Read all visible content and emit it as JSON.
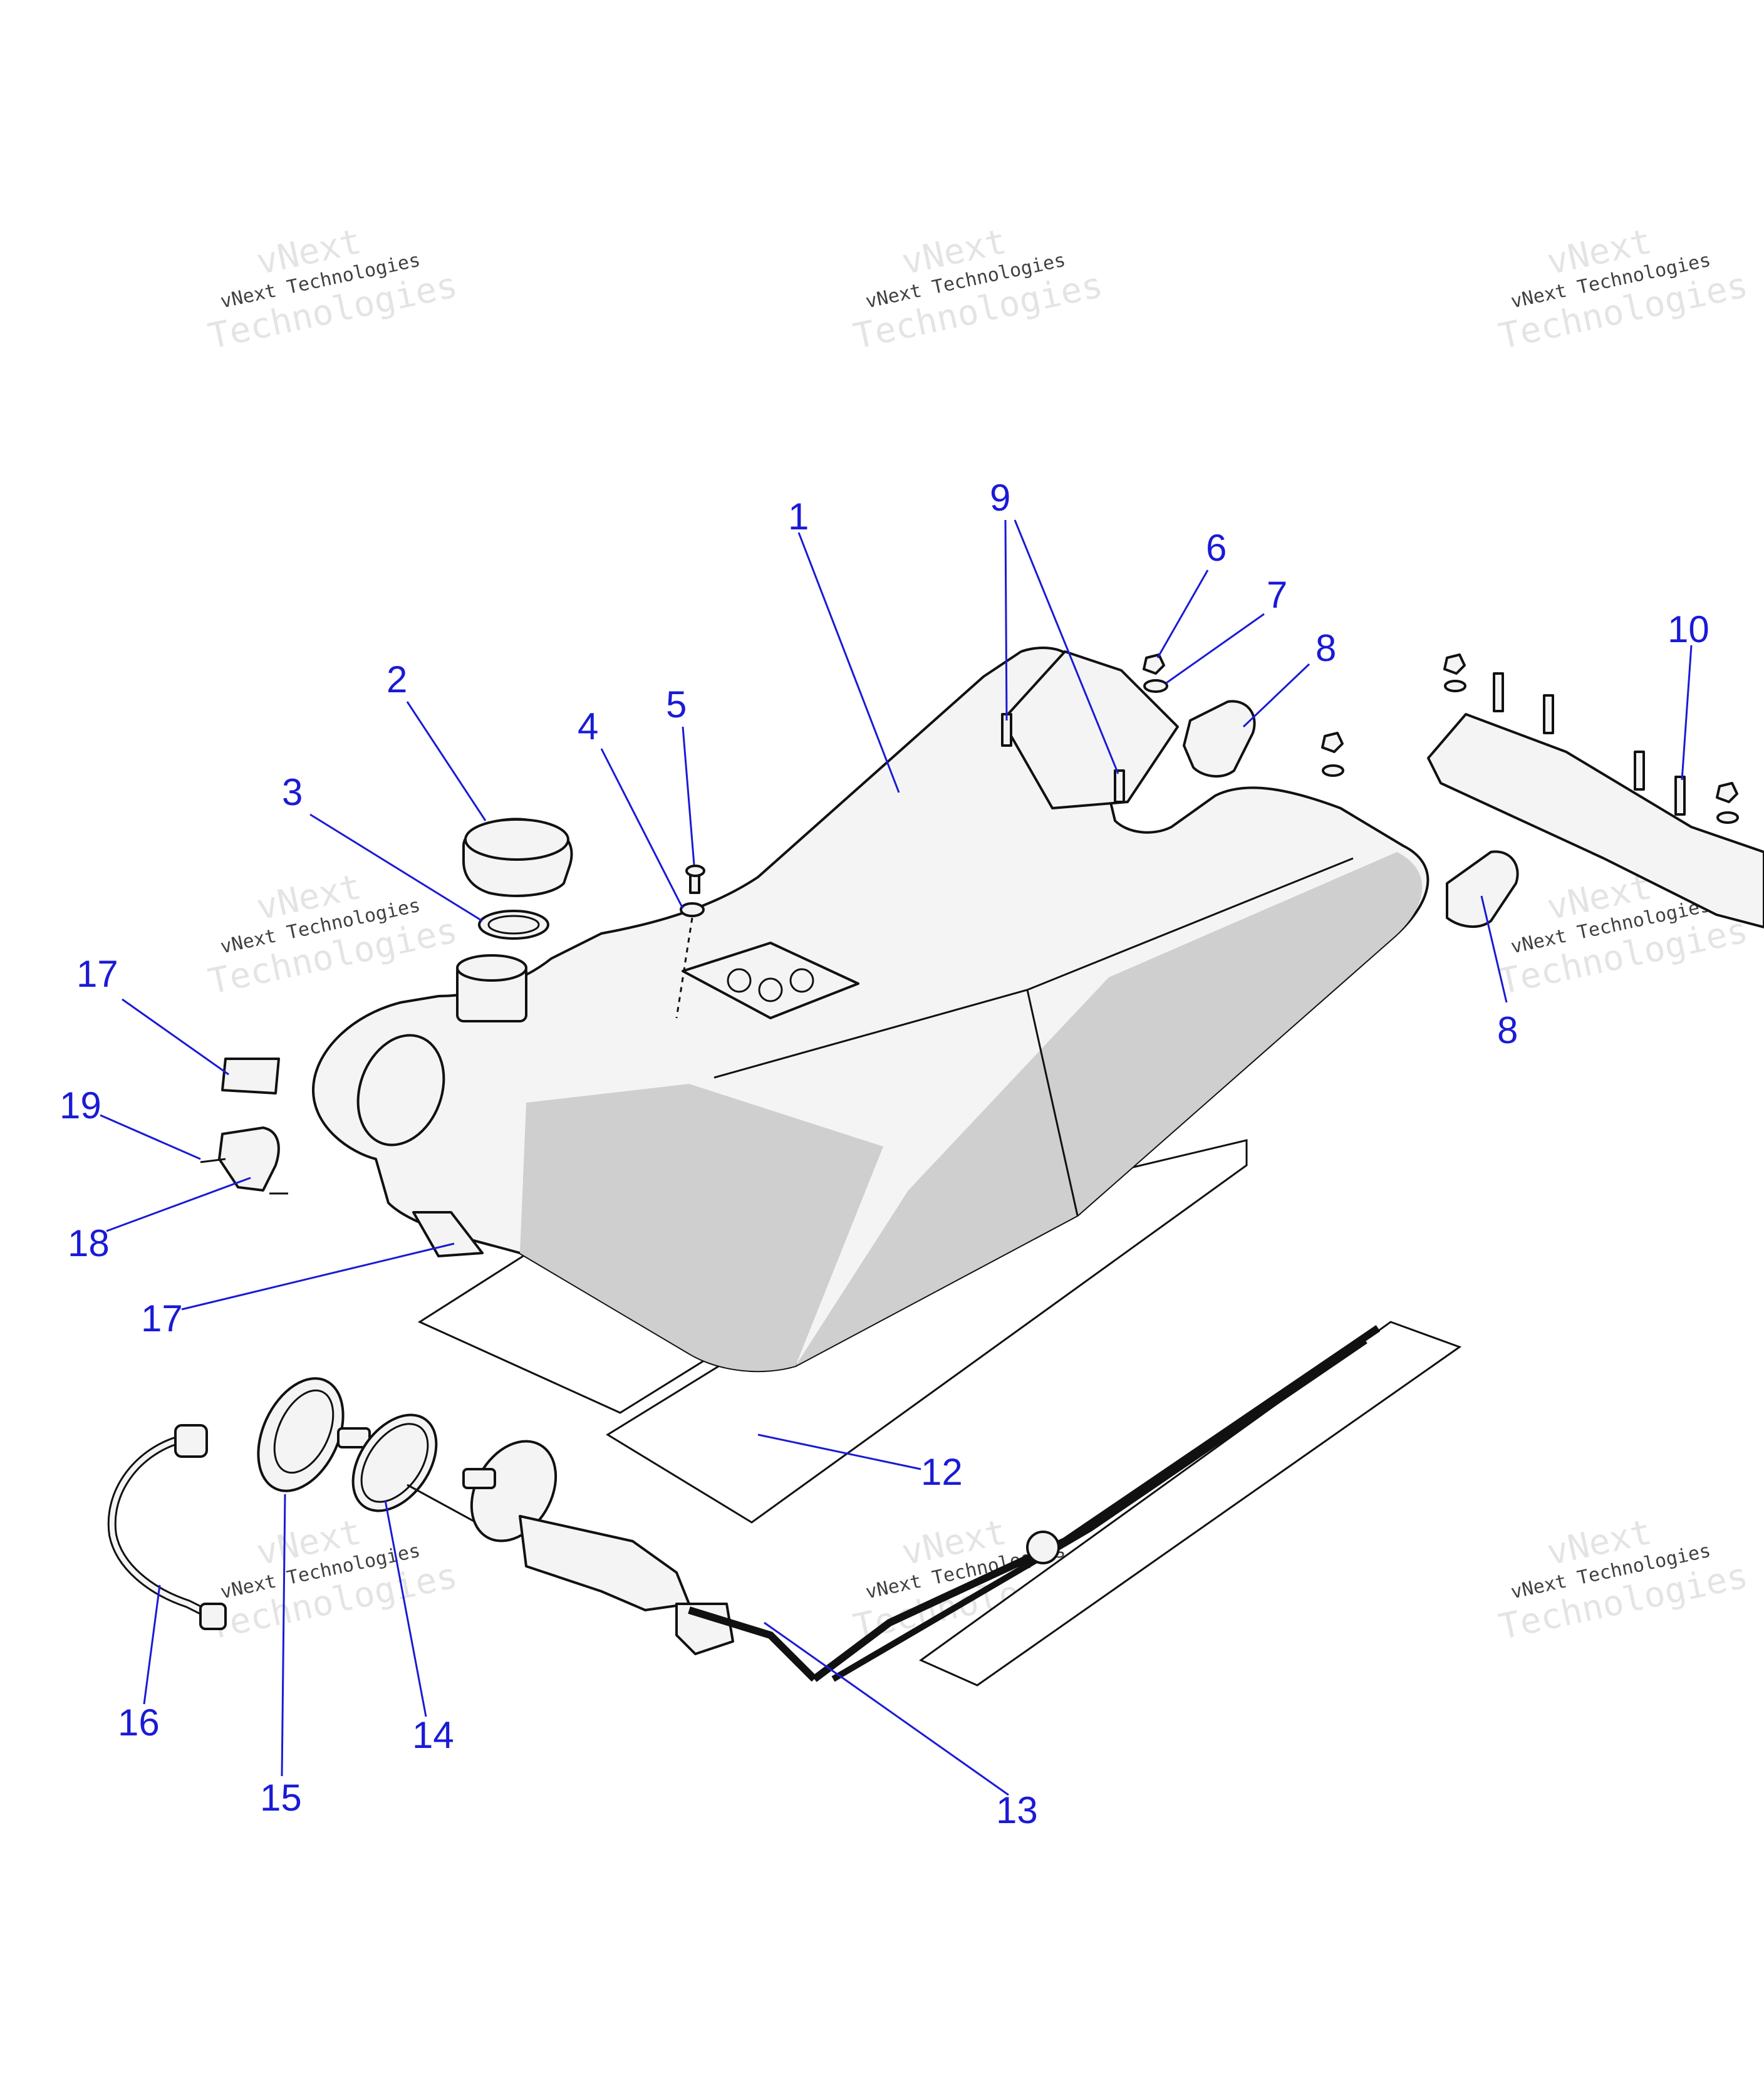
{
  "watermark": {
    "brand": "vNext",
    "line": "vNext Technologies",
    "word": "Technologies"
  },
  "callouts": [
    {
      "id": "1",
      "label": "1"
    },
    {
      "id": "2",
      "label": "2"
    },
    {
      "id": "3",
      "label": "3"
    },
    {
      "id": "4",
      "label": "4"
    },
    {
      "id": "5",
      "label": "5"
    },
    {
      "id": "6",
      "label": "6"
    },
    {
      "id": "7",
      "label": "7"
    },
    {
      "id": "8a",
      "label": "8"
    },
    {
      "id": "8b",
      "label": "8"
    },
    {
      "id": "9",
      "label": "9"
    },
    {
      "id": "10",
      "label": "10"
    },
    {
      "id": "12",
      "label": "12"
    },
    {
      "id": "13",
      "label": "13"
    },
    {
      "id": "14",
      "label": "14"
    },
    {
      "id": "15",
      "label": "15"
    },
    {
      "id": "16",
      "label": "16"
    },
    {
      "id": "17a",
      "label": "17"
    },
    {
      "id": "17b",
      "label": "17"
    },
    {
      "id": "18",
      "label": "18"
    },
    {
      "id": "19",
      "label": "19"
    }
  ],
  "colors": {
    "callout": "#1a1ad6",
    "outline": "#111111",
    "shade": "#cfcfcf"
  }
}
